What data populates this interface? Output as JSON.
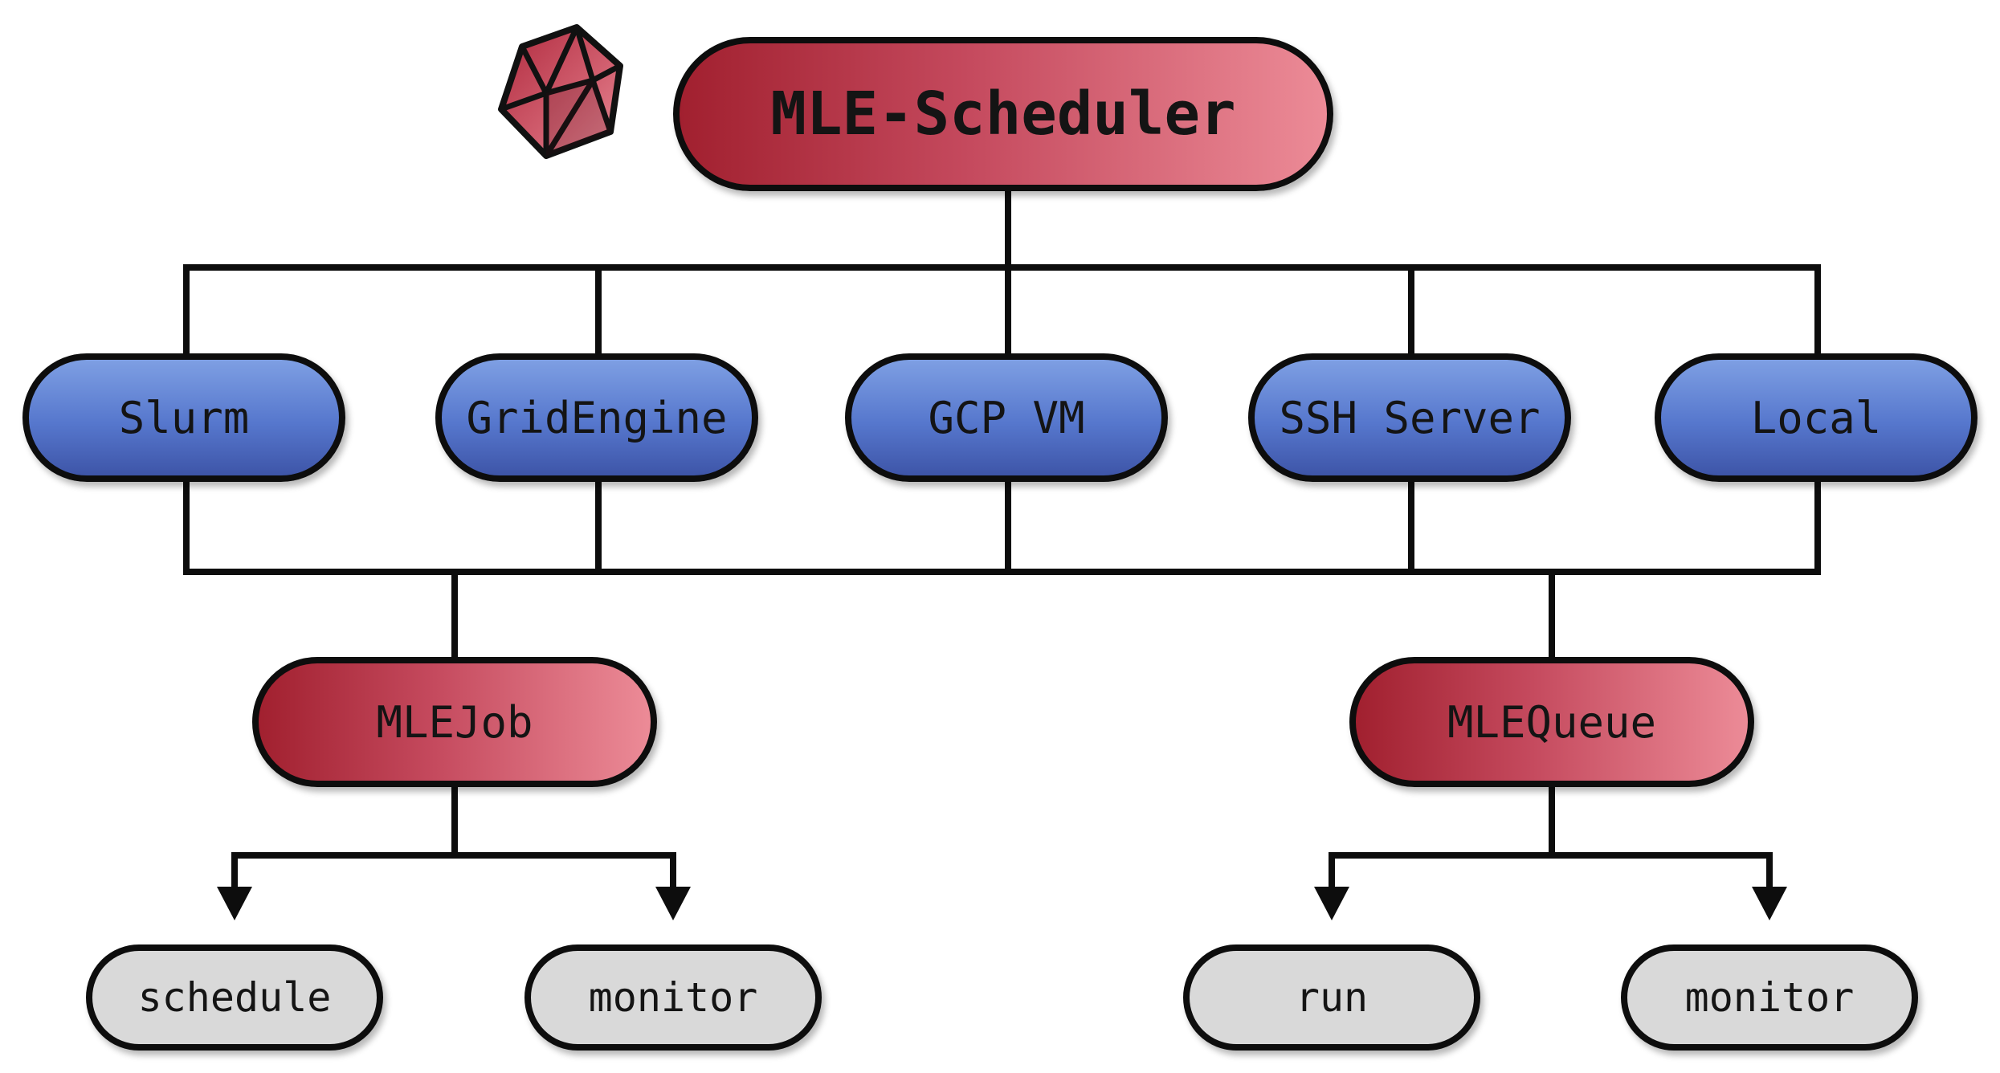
{
  "root": {
    "label": "MLE-Scheduler"
  },
  "backends": [
    {
      "label": "Slurm"
    },
    {
      "label": "GridEngine"
    },
    {
      "label": "GCP VM"
    },
    {
      "label": "SSH Server"
    },
    {
      "label": "Local"
    }
  ],
  "job": {
    "label": "MLEJob",
    "methods": [
      {
        "label": "schedule"
      },
      {
        "label": "monitor"
      }
    ]
  },
  "queue": {
    "label": "MLEQueue",
    "methods": [
      {
        "label": "run"
      },
      {
        "label": "monitor"
      }
    ]
  },
  "colors": {
    "red_start": "#a1202f",
    "red_end": "#ec8b97",
    "blue_top": "#7e9fe3",
    "blue_bottom": "#3e55a8",
    "leaf_fill": "#d9d9d9",
    "line": "#0d0d0d"
  },
  "icons": {
    "logo": "icosahedron-logo-icon"
  }
}
